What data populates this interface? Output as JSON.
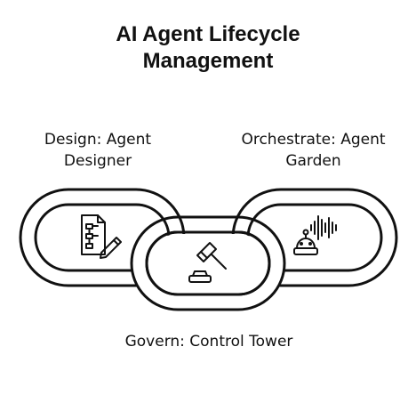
{
  "diagram": {
    "title_line1": "AI Agent Lifecycle",
    "title_line2": "Management",
    "links": [
      {
        "id": "design",
        "label_line1": "Design: Agent",
        "label_line2": "Designer",
        "icon": "workflow-document-pencil-icon"
      },
      {
        "id": "govern",
        "label": "Govern: Control Tower",
        "icon": "gavel-icon"
      },
      {
        "id": "orchestrate",
        "label_line1": "Orchestrate: Agent",
        "label_line2": "Garden",
        "icon": "robot-soundwave-icon"
      }
    ]
  }
}
